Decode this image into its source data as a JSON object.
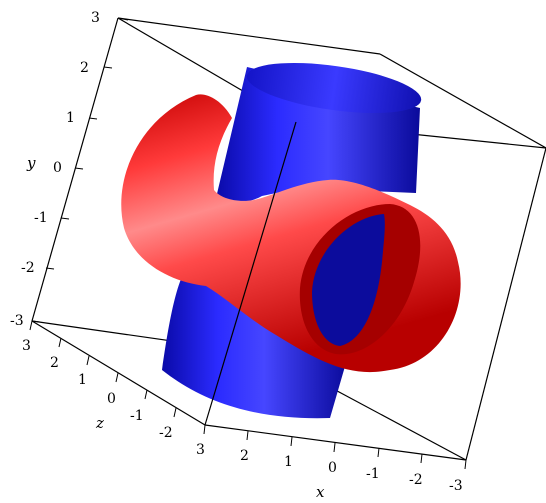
{
  "plot": {
    "axes": {
      "x": {
        "label": "x",
        "ticks": [
          "3",
          "2",
          "1",
          "0",
          "-1",
          "-2",
          "-3"
        ]
      },
      "y": {
        "label": "y",
        "ticks": [
          "3",
          "2",
          "1",
          "0",
          "-1",
          "-2",
          "-3"
        ]
      },
      "z": {
        "label": "z",
        "ticks": [
          "3",
          "2",
          "1",
          "0",
          "-1",
          "-2"
        ]
      }
    },
    "surfaces": [
      {
        "color": "#1f1fe0"
      },
      {
        "color": "#ee1b1b"
      }
    ],
    "box": true
  }
}
